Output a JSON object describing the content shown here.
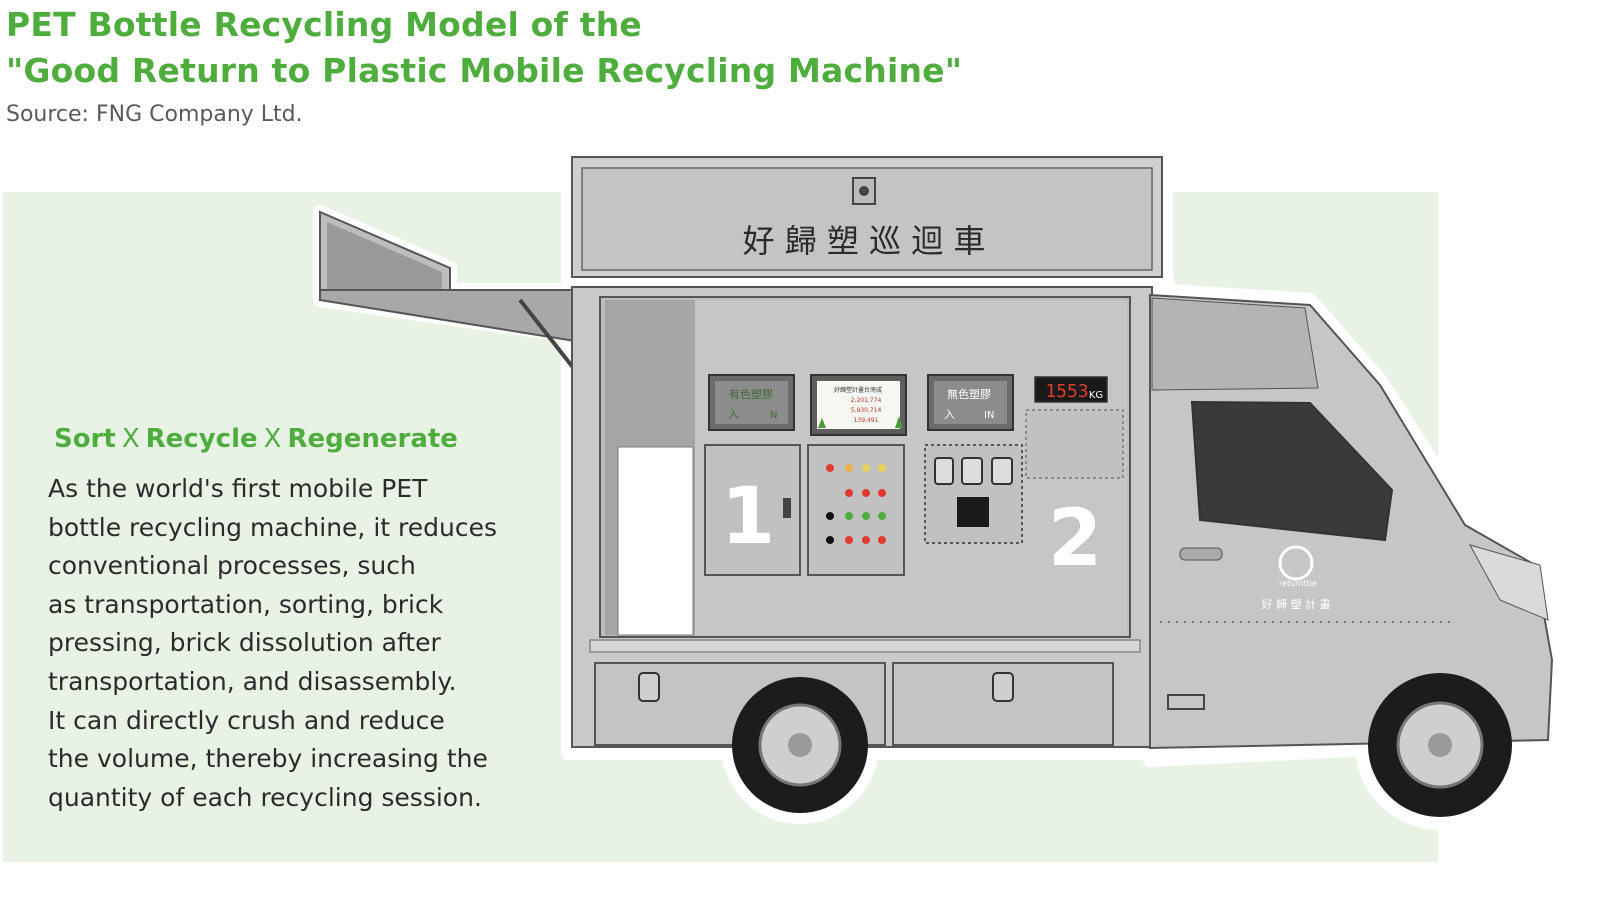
{
  "header": {
    "title_line1": "PET Bottle Recycling Model of the",
    "title_line2": "\"Good Return to Plastic Mobile Recycling Machine\"",
    "source": "Source: FNG Company Ltd."
  },
  "tagline": {
    "word1": "Sort",
    "sep1": "X",
    "word2": "Recycle",
    "sep2": "X",
    "word3": "Regenerate"
  },
  "description": [
    "As the world's first mobile PET",
    "bottle recycling machine, it reduces",
    "conventional processes, such",
    "as transportation, sorting, brick",
    "pressing, brick dissolution after",
    "transportation, and disassembly.",
    "It can directly crush and reduce",
    "the volume, thereby increasing the",
    "quantity of each recycling session."
  ],
  "truck": {
    "sign_text": "好 歸 塑 巡 迴 車",
    "compartment_1": "1",
    "compartment_2": "2",
    "left_label_line1": "有色塑膠",
    "left_label_line2": "入",
    "left_label_in": "N",
    "screen_title": "好歸塑計畫台灣成",
    "screen_values": [
      "2,201,774",
      "5,930,714",
      "139,491"
    ],
    "right_label_line1": "無色塑膠",
    "right_label_line2": "入",
    "right_label_in": "IN",
    "scale_reading": "1553",
    "scale_unit": "KG",
    "door_brand": "returnttle",
    "door_brand_cn": "好 歸 塑 計 畫"
  },
  "colors": {
    "brand_green": "#4fad3e",
    "panel_bg": "#e8f3e6",
    "truck_body": "#c9c9c9",
    "display_red": "#e03a2f"
  }
}
